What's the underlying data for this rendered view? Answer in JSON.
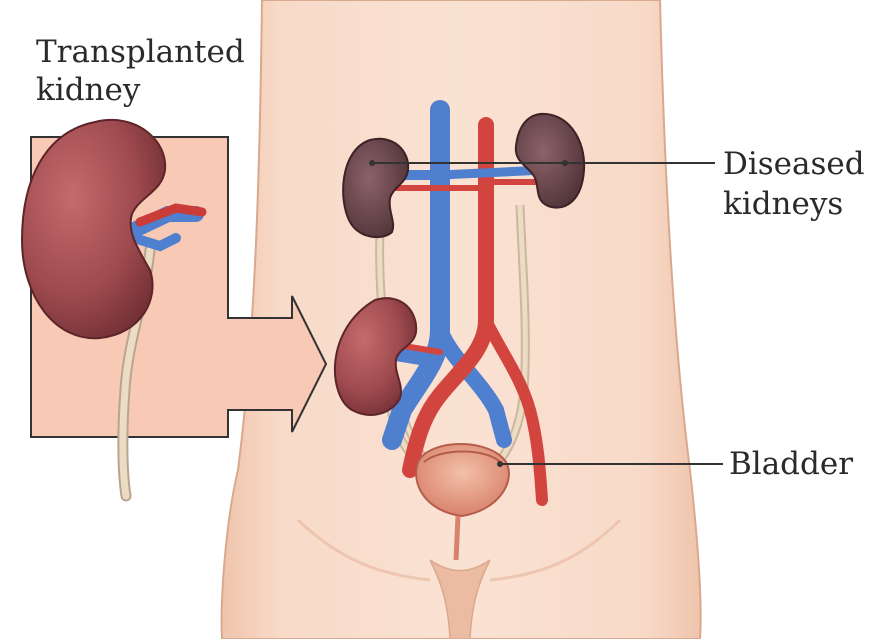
{
  "labels": {
    "transplanted_line1": "Transplanted",
    "transplanted_line2": "kidney",
    "diseased_line1": "Diseased",
    "diseased_line2": "kidneys",
    "bladder": "Bladder"
  },
  "colors": {
    "background": "#ffffff",
    "skin": "#f6d2bd",
    "skin_shadow": "#e9b79c",
    "inset_fill": "#f8c9b4",
    "kidney": "#9e4a4e",
    "diseased_kidney": "#6f4a4f",
    "vein": "#4f7fcf",
    "artery": "#d2453f",
    "ureter": "#e8d2b6",
    "bladder": "#e49a84",
    "leader_line": "#333333"
  }
}
